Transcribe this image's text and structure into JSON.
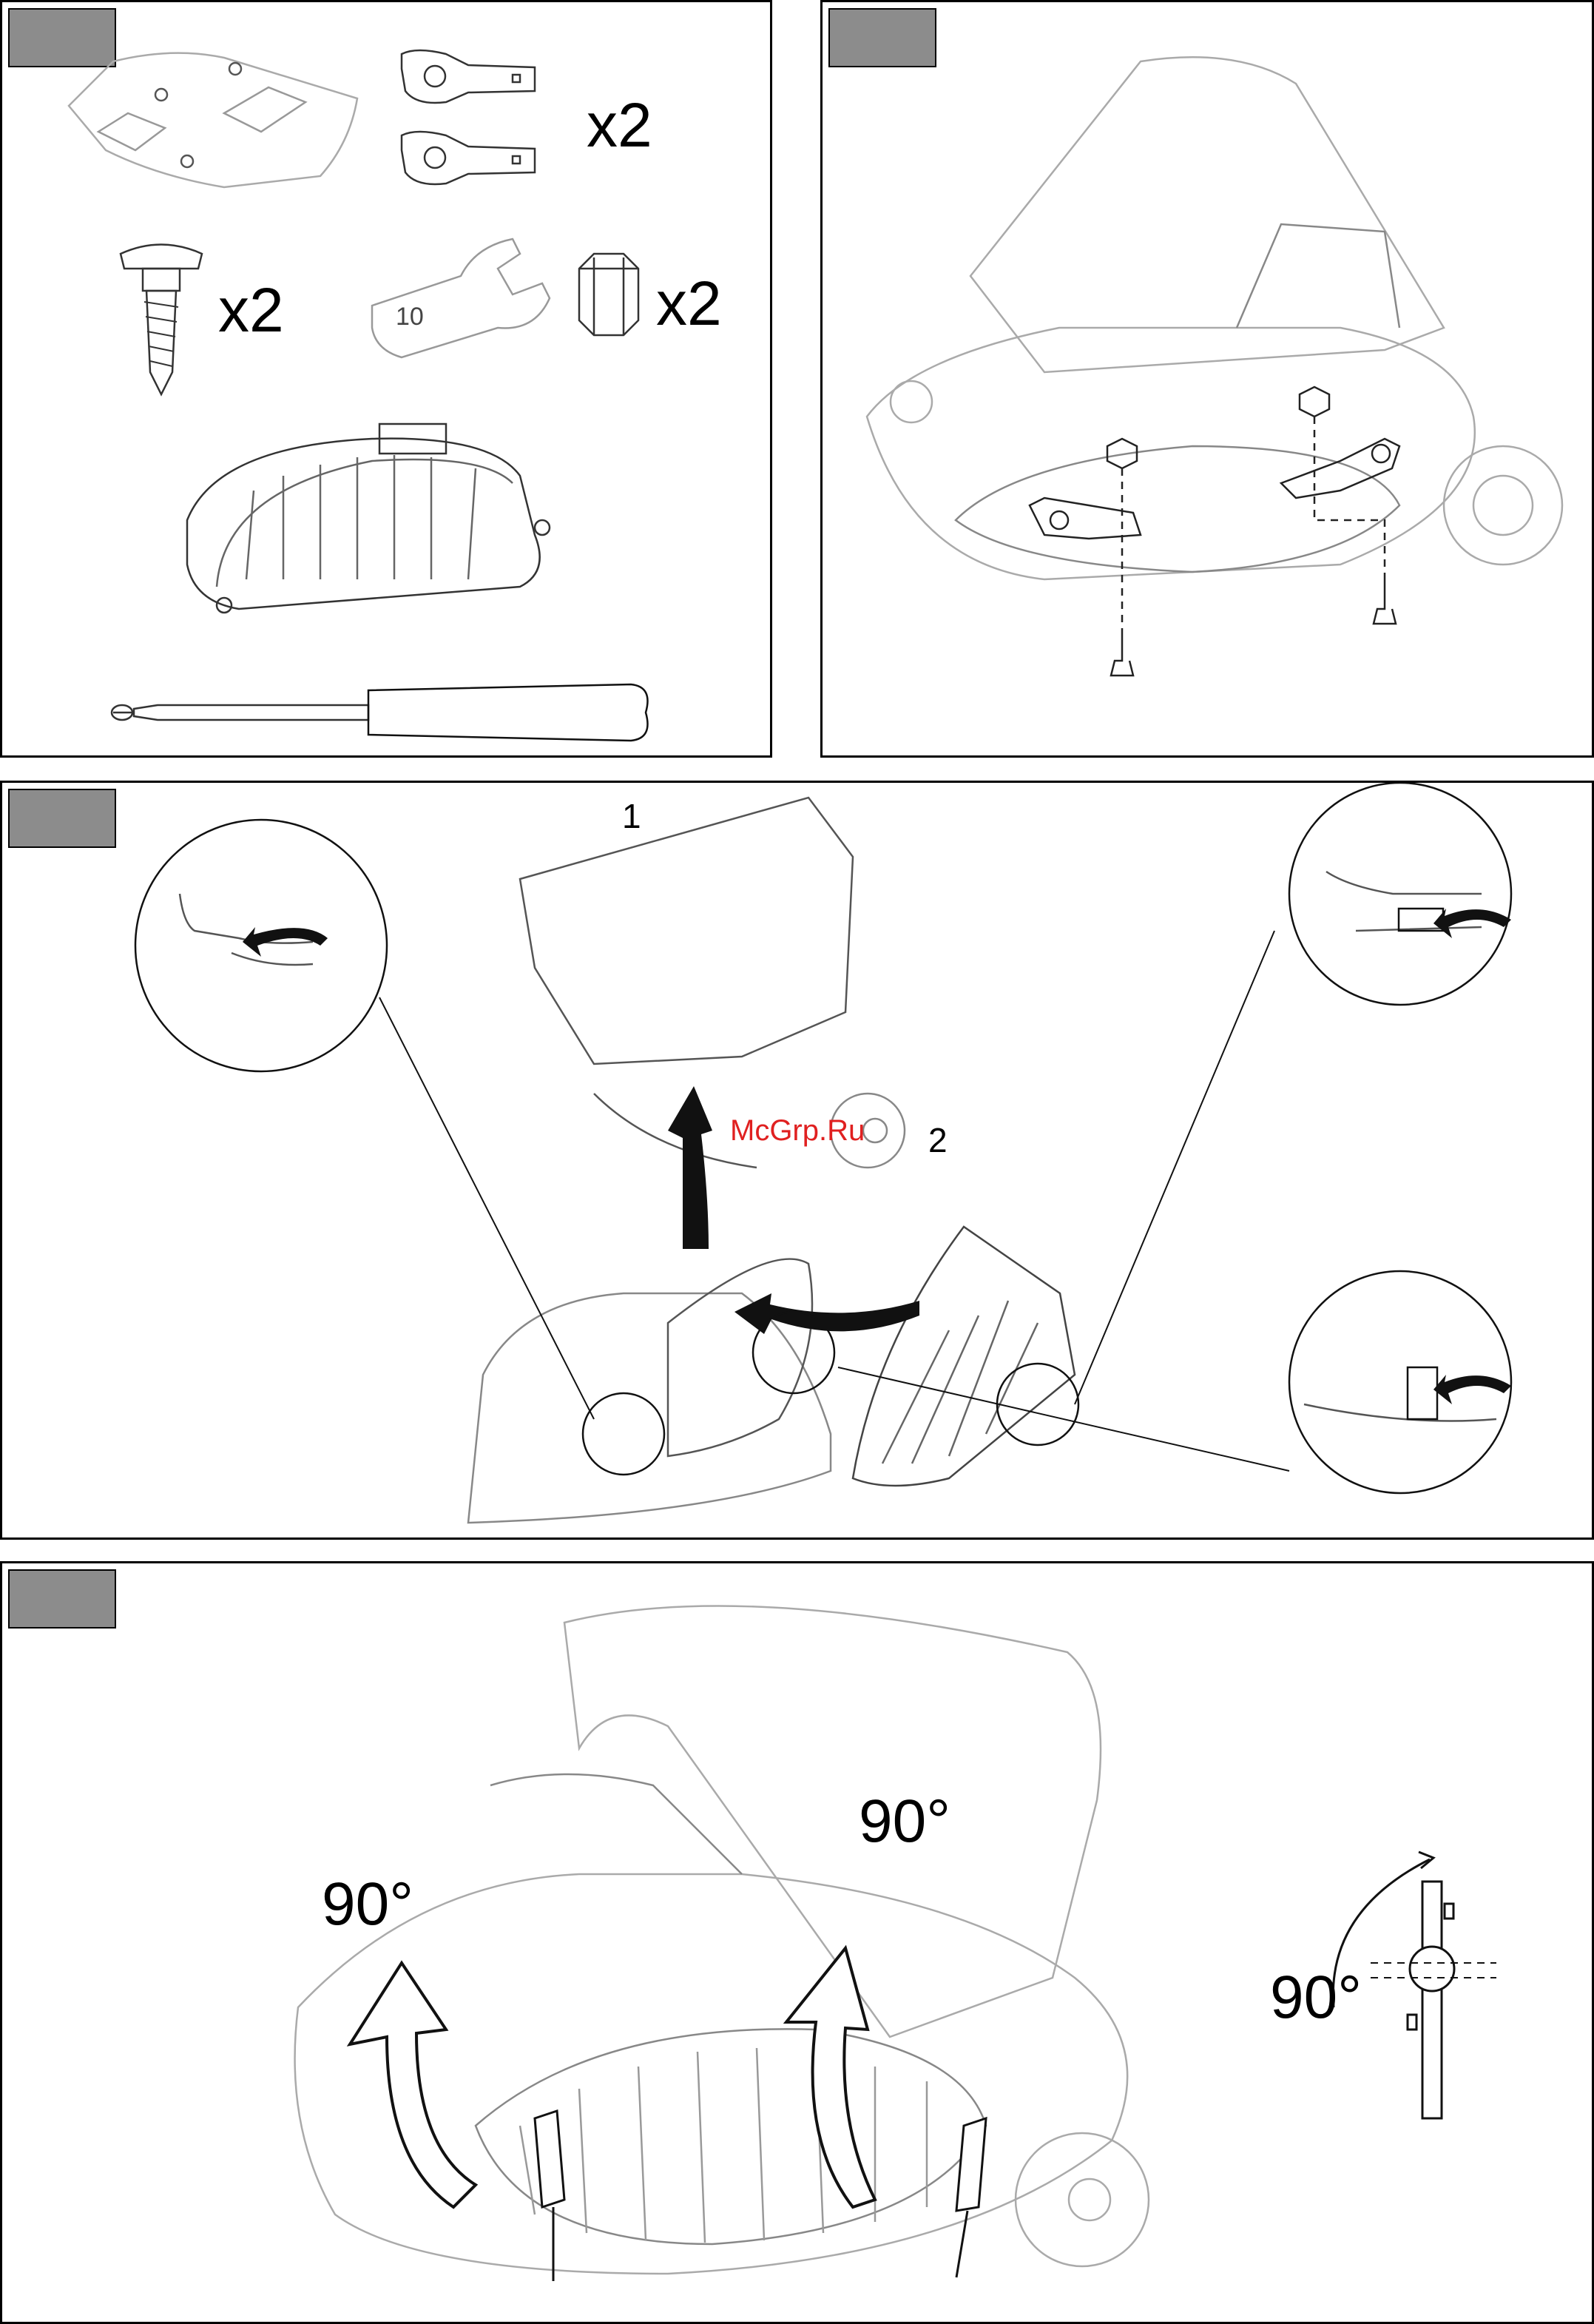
{
  "panels": [
    {
      "badge": "",
      "labels": {
        "brackets_qty": "x2",
        "screws_qty": "x2",
        "nuts_qty": "x2",
        "wrench_size": "10"
      },
      "icons": [
        "mounting-kit-bag-icon",
        "bracket-icon",
        "screw-icon",
        "wrench-icon",
        "nut-icon",
        "grass-guard-icon",
        "screwdriver-icon"
      ]
    },
    {
      "badge": "",
      "icons": [
        "mower-deck-icon",
        "bracket-icon",
        "nut-icon",
        "screw-icon"
      ]
    },
    {
      "badge": "",
      "labels": {
        "step_one": "1",
        "step_two": "2"
      },
      "watermark": "McGrp.Ru",
      "icons": [
        "mower-icon",
        "grass-guard-icon",
        "detail-zoom-icon",
        "arrow-icon"
      ]
    },
    {
      "badge": "",
      "labels": {
        "left_angle": "90°",
        "right_angle": "90°",
        "detail_angle": "90°"
      },
      "icons": [
        "mower-icon",
        "screwdriver-icon",
        "rotate-arrow-icon",
        "latch-rotation-icon"
      ]
    }
  ]
}
